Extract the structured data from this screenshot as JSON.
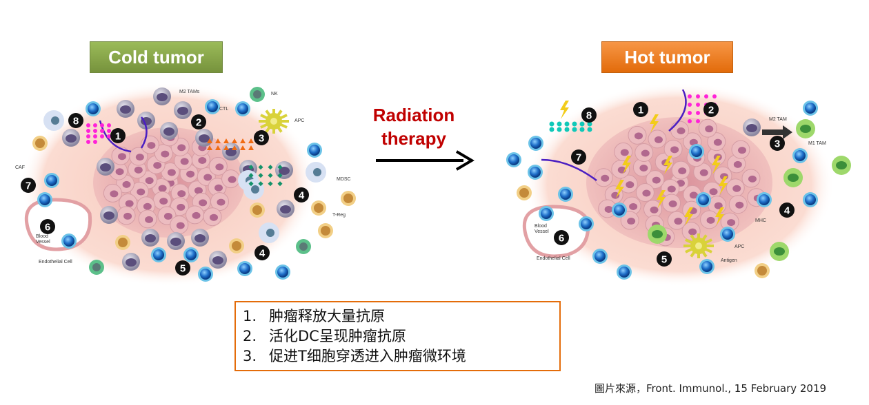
{
  "titles": {
    "cold": "Cold tumor",
    "hot": "Hot tumor"
  },
  "transition": {
    "line1": "Radiation",
    "line2": "therapy"
  },
  "cold_diagram": {
    "numbers": [
      "1",
      "2",
      "3",
      "4",
      "4",
      "5",
      "6",
      "7",
      "8"
    ],
    "labels": {
      "m2": "M2 TAMs",
      "ctl": "CTL",
      "nk": "NK",
      "apc": "APC",
      "caf": "CAF",
      "mdsc": "MDSC",
      "treg": "T-Reg",
      "vessel1": "Blood",
      "vessel2": "Vessel",
      "endo": "Endothelial Cell"
    }
  },
  "hot_diagram": {
    "numbers": [
      "1",
      "2",
      "3",
      "4",
      "5",
      "6",
      "7",
      "8"
    ],
    "labels": {
      "m2": "M2 TAM",
      "m1": "M1 TAM",
      "mhc": "MHC",
      "apc": "APC",
      "antigen": "Antigen",
      "vessel1": "Blood",
      "vessel2": "Vessel",
      "endo": "Endothelial Cell"
    }
  },
  "notes": [
    {
      "n": "1.",
      "text": "肿瘤释放大量抗原"
    },
    {
      "n": "2.",
      "text": "活化DC呈现肿瘤抗原"
    },
    {
      "n": "3.",
      "text": "促进T细胞穿透进入肿瘤微环境"
    }
  ],
  "citation": "圖片來源，Front. Immunol., 15 February 2019",
  "colors": {
    "cold": "#77933c",
    "hot": "#e46c0a",
    "radiation": "#c00000"
  }
}
